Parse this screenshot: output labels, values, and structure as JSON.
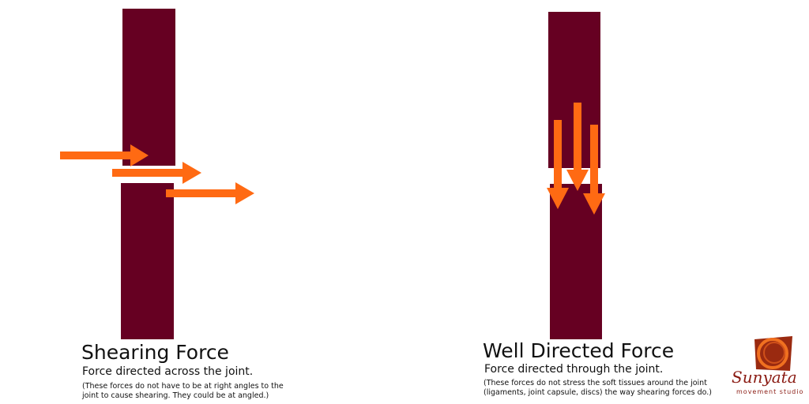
{
  "colors": {
    "bone": "#660022",
    "arrow": "#ff6a13",
    "logo": "#8a1a12"
  },
  "left": {
    "title": "Shearing Force",
    "subtitle": "Force directed across the joint.",
    "note_line1": "(These forces do not have to be at right angles to the",
    "note_line2": "joint to cause shearing. They could be at angled.)"
  },
  "right": {
    "title": "Well Directed Force",
    "subtitle": "Force directed through the joint.",
    "note_line1": "(These forces do not stress the soft tissues around the joint",
    "note_line2": "(ligaments, joint capsule, discs) the way shearing forces do.)"
  },
  "logo": {
    "name": "Sunyata",
    "tagline": "movement studio"
  }
}
